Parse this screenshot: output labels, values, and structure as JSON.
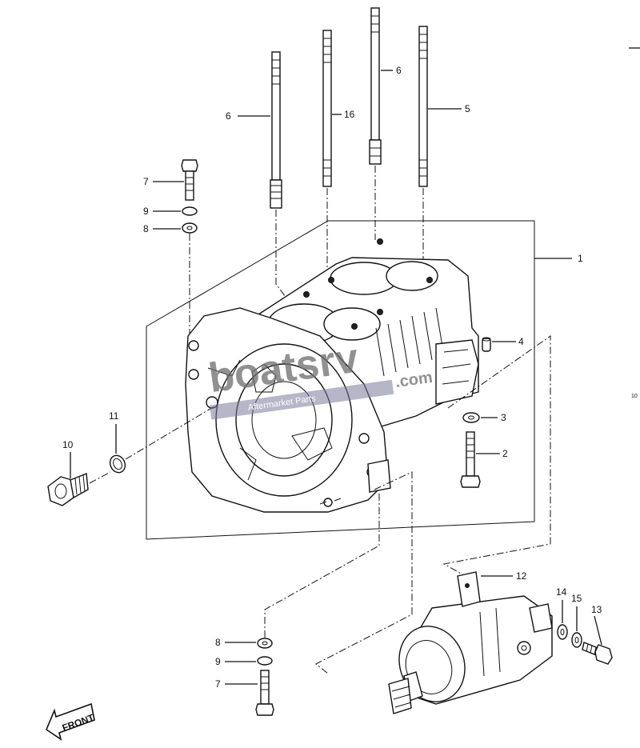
{
  "callouts": {
    "c1": "1",
    "c2": "2",
    "c3": "3",
    "c4": "4",
    "c5": "5",
    "c6a": "6",
    "c6b": "6",
    "c7a": "7",
    "c7b": "7",
    "c8a": "8",
    "c8b": "8",
    "c9a": "9",
    "c9b": "9",
    "c10": "10",
    "c11": "11",
    "c12": "12",
    "c13": "13",
    "c14": "14",
    "c15": "15",
    "c16": "16"
  },
  "front_label": "FRONT",
  "watermark": {
    "main": "boatsrv",
    "sub": "Aftermarket Parts",
    "tld": ".com"
  },
  "edge_text": "10",
  "colors": {
    "line": "#111111",
    "watermark": "#6d6d6d",
    "background": "#ffffff"
  }
}
